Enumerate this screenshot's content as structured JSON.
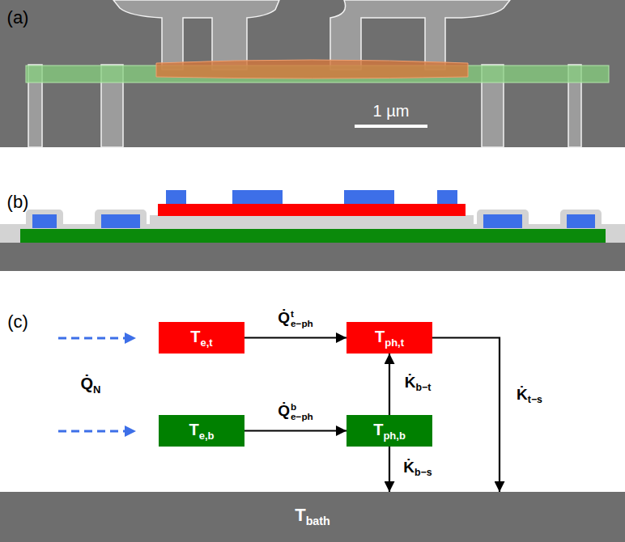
{
  "diagram": {
    "nodes": [
      {
        "text": [
          "Te,t"
        ]
      },
      {
        "text": [
          "Tph,t"
        ]
      },
      {
        "text": [
          "Te,b"
        ]
      },
      {
        "text": [
          "Tph,b"
        ]
      },
      {
        "text": [
          "Tbath"
        ]
      }
    ],
    "edges": [
      {
        "from": 0,
        "to": 1,
        "arrow": "to",
        "label": "Q̇te−ph"
      },
      {
        "from": 2,
        "to": 3,
        "arrow": "to",
        "label": "Q̇be−ph"
      },
      {
        "from": 3,
        "to": 1,
        "arrow": "to",
        "label": "K̇b−t"
      },
      {
        "from": 3,
        "to": 4,
        "arrow": "to",
        "label": "K̇b−s"
      },
      {
        "from": 1,
        "to": 4,
        "arrow": "to",
        "label": "K̇t−s"
      }
    ],
    "labels": [
      "(a)",
      "1 µm",
      "(b)",
      "(c)",
      "Q̇N"
    ]
  }
}
